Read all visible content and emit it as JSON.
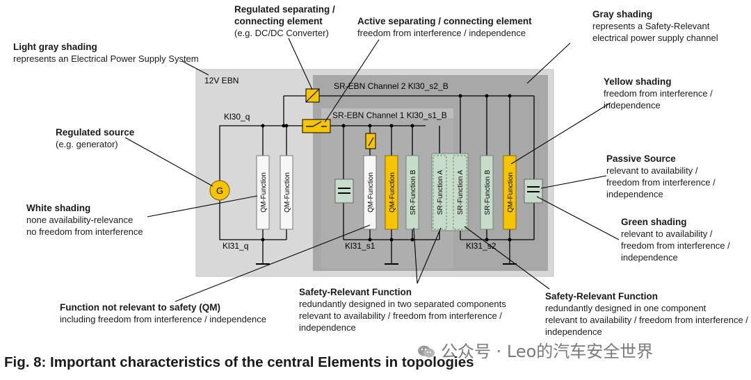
{
  "diagram": {
    "areas": {
      "ebn": "12V EBN",
      "ch2": "SR-EBN Channel 2 Kl30_s2_B",
      "ch1": "SR-EBN Channel 1 Kl30_s1_B"
    },
    "nets": {
      "kl30_q": "Kl30_q",
      "kl31_q": "Kl31_q",
      "kl31_s1": "Kl31_s1",
      "kl31_s2": "Kl31_s2"
    },
    "generator": "G",
    "functions": {
      "qm": "QM-Function",
      "sr_a": "SR-Function A",
      "sr_b": "SR-Function B"
    }
  },
  "annotations": {
    "light_gray": {
      "title": "Light gray shading",
      "lines": [
        "represents an Electrical Power Supply System"
      ]
    },
    "regulated_separating": {
      "title_lines": [
        "Regulated separating /",
        "connecting element"
      ],
      "lines": [
        "(e.g. DC/DC Converter)"
      ]
    },
    "active_separating": {
      "title": "Active separating / connecting element",
      "lines": [
        "freedom from interference / independence"
      ]
    },
    "gray": {
      "title": "Gray shading",
      "lines": [
        "represents a Safety-Relevant",
        "electrical power supply channel"
      ]
    },
    "yellow": {
      "title": "Yellow shading",
      "lines": [
        "freedom from interference /",
        "independence"
      ]
    },
    "regulated_source": {
      "title": "Regulated source",
      "lines": [
        "(e.g. generator)"
      ]
    },
    "passive_source": {
      "title": "Passive Source",
      "lines": [
        "relevant to availability /",
        "freedom from interference /",
        "independence"
      ]
    },
    "white": {
      "title": "White shading",
      "lines": [
        "none availability-relevance",
        "no freedom from interference"
      ]
    },
    "green": {
      "title": "Green shading",
      "lines": [
        "relevant to availability /",
        "freedom from interference /",
        "independence"
      ]
    },
    "srf_two": {
      "title": "Safety-Relevant Function",
      "lines": [
        "redundantly designed in two separated components",
        "relevant to availability / freedom from interference /",
        "independence"
      ]
    },
    "srf_one": {
      "title": "Safety-Relevant Function",
      "lines": [
        "redundantly designed in one component",
        "relevant to availability / freedom from interference /",
        "independence"
      ]
    },
    "qm": {
      "title": "Function not relevant to safety (QM)",
      "lines": [
        "including freedom from interference / independence"
      ]
    }
  },
  "caption": "Fig. 8: Important characteristics of the central Elements in topologies",
  "watermark": "公众号 · Leo的汽车安全世界",
  "colors": {
    "light_gray": "#d8d8d8",
    "gray": "#a8a8a8",
    "mid_gray": "#bdbdbd",
    "yellow": "#f6c400",
    "green": "#c8dccb",
    "white_box": "#f7f7f7"
  }
}
